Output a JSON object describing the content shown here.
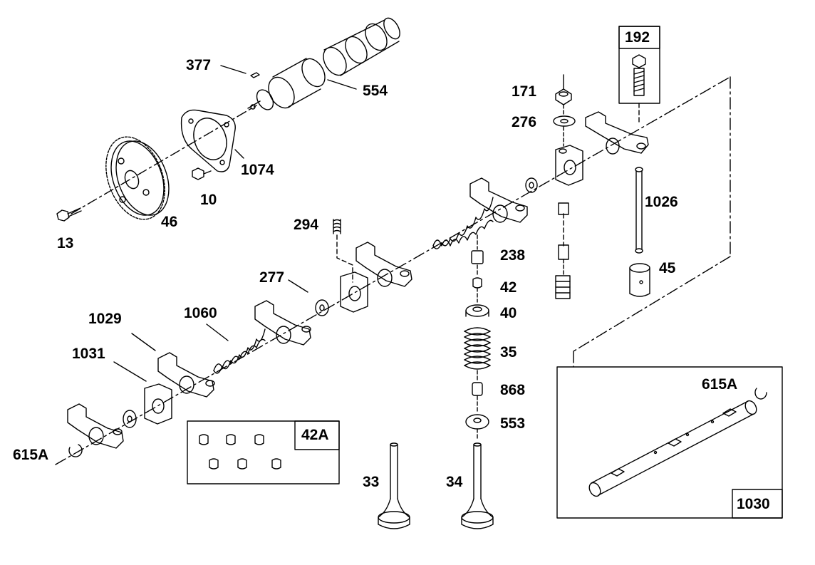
{
  "parts": {
    "p377": "377",
    "p554": "554",
    "p1074": "1074",
    "p10": "10",
    "p46": "46",
    "p13": "13",
    "p192": "192",
    "p171": "171",
    "p276": "276",
    "p1026": "1026",
    "p294": "294",
    "p238": "238",
    "p42": "42",
    "p40": "40",
    "p35": "35",
    "p868": "868",
    "p553": "553",
    "p45": "45",
    "p277": "277",
    "p1029": "1029",
    "p1060": "1060",
    "p1031": "1031",
    "p615A_left": "615A",
    "p615A_right": "615A",
    "p42A": "42A",
    "p1030": "1030",
    "p33": "33",
    "p34": "34"
  }
}
